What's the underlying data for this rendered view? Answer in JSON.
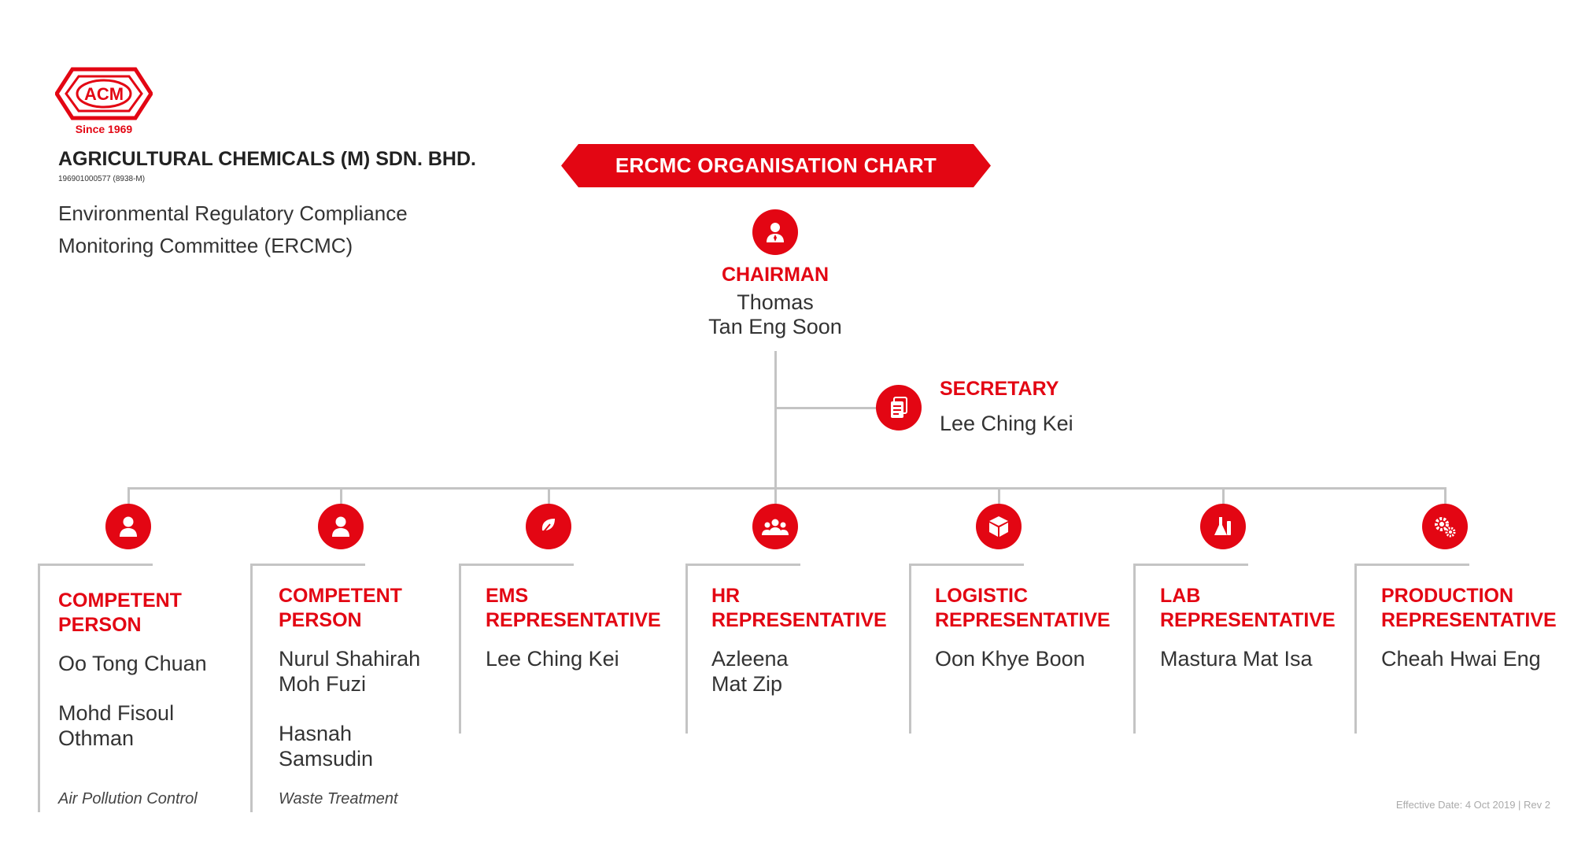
{
  "logo": {
    "text": "ACM",
    "since": "Since 1969"
  },
  "company": {
    "name": "AGRICULTURAL CHEMICALS (M) SDN. BHD.",
    "registration": "196901000577 (8938-M)",
    "committee_line1": "Environmental Regulatory Compliance",
    "committee_line2": "Monitoring Committee (ERCMC)"
  },
  "banner": {
    "title": "ERCMC ORGANISATION CHART"
  },
  "chairman": {
    "role": "CHAIRMAN",
    "name_line1": "Thomas",
    "name_line2": "Tan Eng Soon",
    "icon": "user-tie-icon"
  },
  "secretary": {
    "role": "SECRETARY",
    "name": "Lee Ching Kei",
    "icon": "document-icon"
  },
  "members": [
    {
      "role_line1": "COMPETENT",
      "role_line2": "PERSON",
      "icon": "user-icon",
      "people": [
        {
          "line1": "Oo Tong Chuan",
          "line2": ""
        },
        {
          "line1": "Mohd Fisoul",
          "line2": "Othman"
        }
      ],
      "note": "Air Pollution Control"
    },
    {
      "role_line1": "COMPETENT",
      "role_line2": "PERSON",
      "icon": "user-icon",
      "people": [
        {
          "line1": "Nurul Shahirah",
          "line2": "Moh Fuzi"
        },
        {
          "line1": "Hasnah",
          "line2": "Samsudin"
        }
      ],
      "note": "Waste Treatment"
    },
    {
      "role_line1": "EMS",
      "role_line2": "REPRESENTATIVE",
      "icon": "leaf-icon",
      "people": [
        {
          "line1": "Lee Ching Kei",
          "line2": ""
        }
      ]
    },
    {
      "role_line1": "HR",
      "role_line2": "REPRESENTATIVE",
      "icon": "group-icon",
      "people": [
        {
          "line1": "Azleena",
          "line2": "Mat Zip"
        }
      ]
    },
    {
      "role_line1": "LOGISTIC",
      "role_line2": "REPRESENTATIVE",
      "icon": "box-icon",
      "people": [
        {
          "line1": "Oon Khye Boon",
          "line2": ""
        }
      ]
    },
    {
      "role_line1": "LAB",
      "role_line2": "REPRESENTATIVE",
      "icon": "flask-icon",
      "people": [
        {
          "line1": "Mastura Mat Isa",
          "line2": ""
        }
      ]
    },
    {
      "role_line1": "PRODUCTION",
      "role_line2": "REPRESENTATIVE",
      "icon": "gears-icon",
      "people": [
        {
          "line1": "Cheah Hwai Eng",
          "line2": ""
        }
      ]
    }
  ],
  "footer": {
    "effective": "Effective Date: 4 Oct 2019 | Rev 2"
  },
  "colors": {
    "accent": "#e30613",
    "line": "#c4c4c4",
    "text": "#333333"
  }
}
